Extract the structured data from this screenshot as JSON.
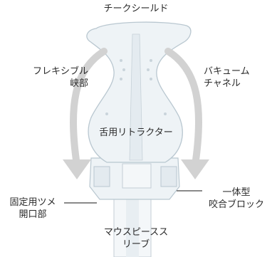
{
  "diagram": {
    "labels": {
      "cheek_shield": "チークシールド",
      "flexible_neck_line1": "フレキシブル",
      "flexible_neck_line2": "峡部",
      "vacuum_channel_line1": "バキューム",
      "vacuum_channel_line2": "チャネル",
      "tongue_retractor": "舌用リトラクター",
      "fixing_claw_line1": "固定用ツメ",
      "fixing_claw_line2": "開口部",
      "bite_block_line1": "一体型",
      "bite_block_line2": "咬合ブロック",
      "sleeve_line1": "マウスピースス",
      "sleeve_line2": "リーブ"
    },
    "colors": {
      "arrow": "#d2d2d2",
      "device_fill": "#eef3f6",
      "device_edge": "#b9c7d0",
      "leader_line": "#444444",
      "text": "#2a2a2a"
    }
  }
}
